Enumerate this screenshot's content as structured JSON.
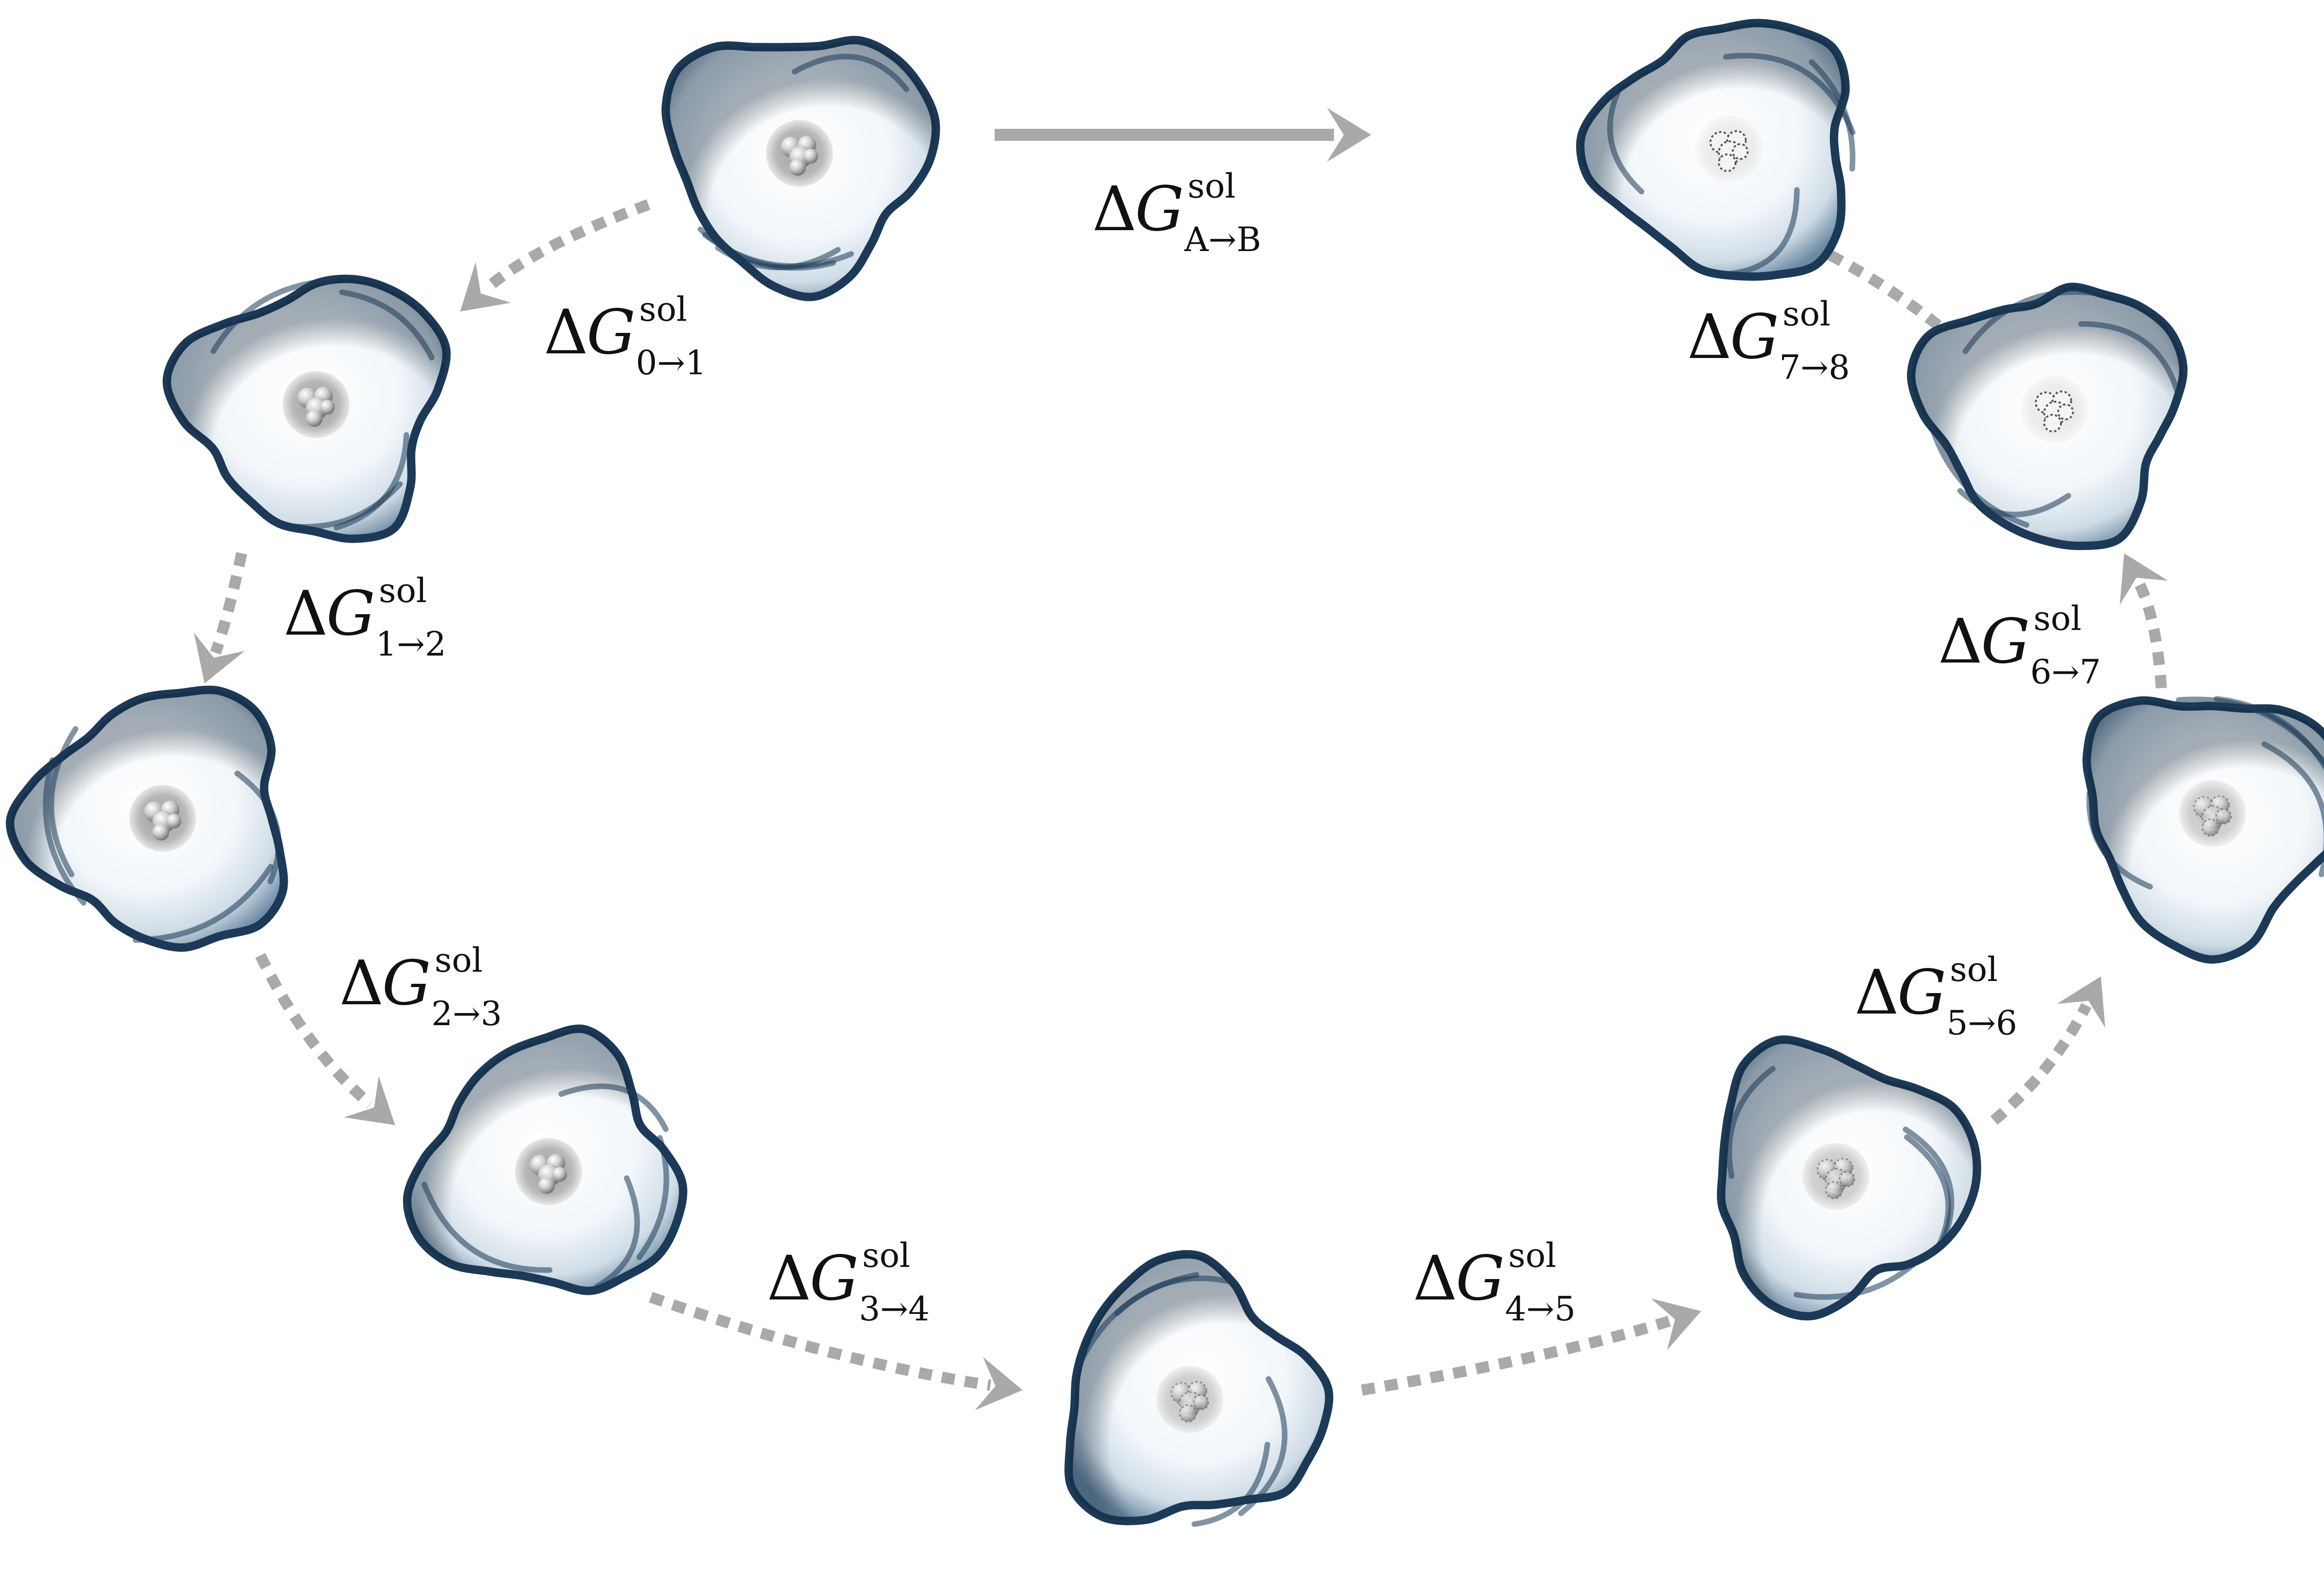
{
  "diagram": {
    "colors": {
      "arrow": "#a9a9a9",
      "text": "#111111",
      "blob_edge": "#1c3a57",
      "blob_fill": "#f5f9fc"
    },
    "nodes": [
      {
        "id": "state-0",
        "molecule": "solid"
      },
      {
        "id": "state-1",
        "molecule": "solid"
      },
      {
        "id": "state-2",
        "molecule": "solid"
      },
      {
        "id": "state-3",
        "molecule": "solid"
      },
      {
        "id": "state-4",
        "molecule": "fading"
      },
      {
        "id": "state-5",
        "molecule": "fading"
      },
      {
        "id": "state-6",
        "molecule": "fading"
      },
      {
        "id": "state-7",
        "molecule": "dotted"
      },
      {
        "id": "state-8",
        "molecule": "dotted"
      }
    ],
    "labels": {
      "delta": "Δ",
      "G": "G",
      "sup": "sol",
      "direct": "A→B",
      "steps": [
        "0→1",
        "1→2",
        "2→3",
        "3→4",
        "4→5",
        "5→6",
        "6→7",
        "7→8"
      ]
    }
  }
}
